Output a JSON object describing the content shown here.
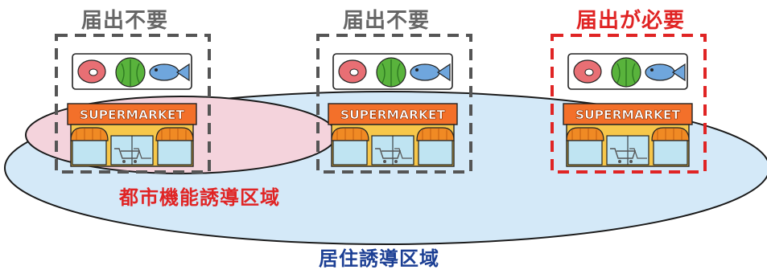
{
  "colors": {
    "residential_fill": "#d4e9f8",
    "urban_fill": "#f4d3dc",
    "outline": "#1a1a1a",
    "not_required_text": "#666666",
    "required_text": "#e02424",
    "not_required_frame": "#555555",
    "required_frame": "#e02424",
    "urban_label_text": "#e02424",
    "residential_label_text": "#1c3f94",
    "store_sign_orange": "#f3702a",
    "store_awning_orange": "#f08a24",
    "store_wall_yellow": "#f7c74a"
  },
  "stores": [
    {
      "status_label": "届出不要",
      "status": "not-required",
      "sign_text": "SUPERMARKET",
      "sign_icons": [
        "meat-icon",
        "cabbage-icon",
        "fish-icon"
      ]
    },
    {
      "status_label": "届出不要",
      "status": "not-required",
      "sign_text": "SUPERMARKET",
      "sign_icons": [
        "meat-icon",
        "cabbage-icon",
        "fish-icon"
      ]
    },
    {
      "status_label": "届出が必要",
      "status": "required",
      "sign_text": "SUPERMARKET",
      "sign_icons": [
        "meat-icon",
        "cabbage-icon",
        "fish-icon"
      ]
    }
  ],
  "zones": {
    "urban": {
      "label": "都市機能誘導区域"
    },
    "residential": {
      "label": "居住誘導区域"
    }
  }
}
